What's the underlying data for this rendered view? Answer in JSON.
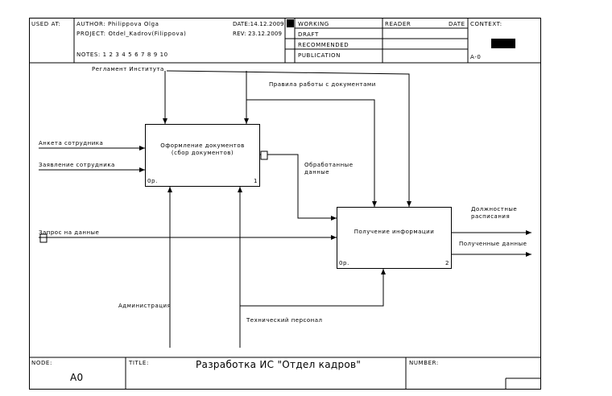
{
  "header": {
    "used_at_label": "USED AT:",
    "author": "AUTHOR: Philippova Olga",
    "date": "DATE:14.12.2009",
    "project": "PROJECT: Otdel_Kadrov(Filippova)",
    "rev": "REV:  23.12.2009",
    "notes": "NOTES: 1  2  3  4  5  6  7  8  9  10",
    "statuses": [
      "WORKING",
      "DRAFT",
      "RECOMMENDED",
      "PUBLICATION"
    ],
    "reader_label": "READER",
    "date_label": "DATE",
    "context_label": "CONTEXT:",
    "context_node": "A-0"
  },
  "diagram": {
    "boxes": [
      {
        "title": "Оформление документов\n(сбор документов)",
        "cost": "0р.",
        "number": "1"
      },
      {
        "title": "Получение информации",
        "cost": "0р.",
        "number": "2"
      }
    ],
    "arrows": {
      "control_reglament": "Регламент Института",
      "control_rules": "Правила работы с документами",
      "input_anketa": "Анкета сотрудника",
      "input_zayavlenie": "Заявление сотрудника",
      "input_zapros": "Запрос на данные",
      "mid_obrabotannye": "Обработанные\nданные",
      "output_dolzhnostnye": "Должностные\nрасписания",
      "output_poluchennye": "Полученные данные",
      "mech_admin": "Администрация",
      "mech_tech": "Технический персонал"
    }
  },
  "footer": {
    "node_label": "NODE:",
    "node_value": "A0",
    "title_label": "TITLE:",
    "title_value": "Разработка ИС \"Отдел кадров\"",
    "number_label": "NUMBER:"
  }
}
